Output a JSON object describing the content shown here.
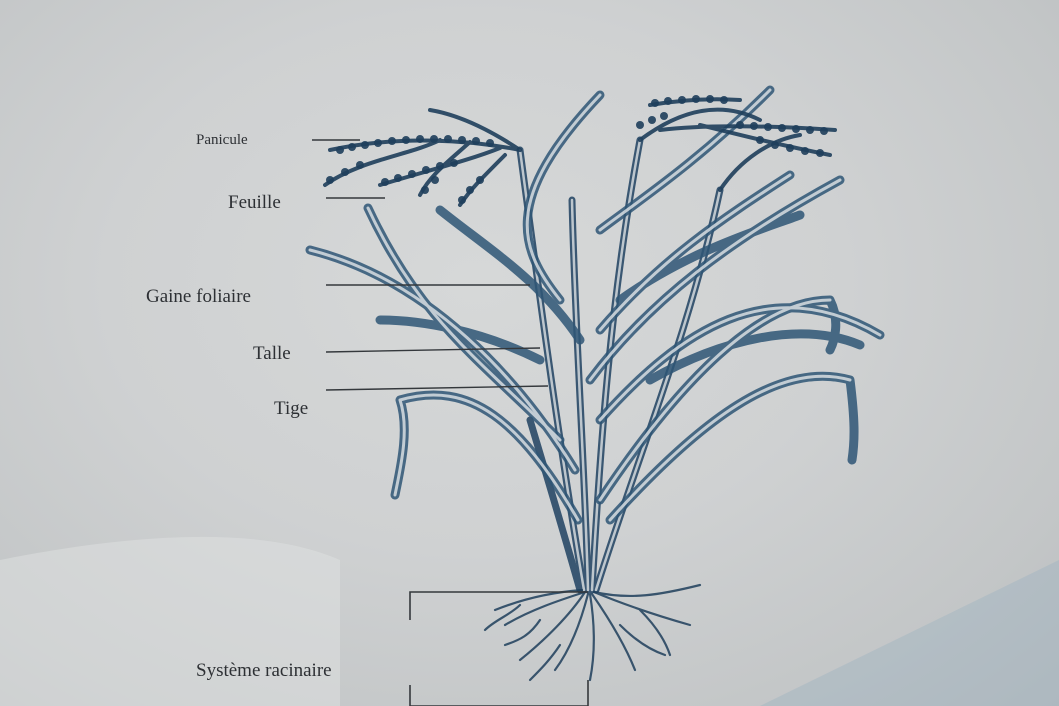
{
  "diagram": {
    "labels": {
      "panicule": "Panicule",
      "feuille": "Feuille",
      "gaine_foliaire": "Gaine foliaire",
      "talle": "Talle",
      "tige": "Tige",
      "systeme_racinaire": "Système racinaire"
    },
    "colors": {
      "ink": "#1f3f5c",
      "ink_light": "#6f8aa3",
      "leader": "#34383c",
      "text": "#2d3034",
      "paper": "#cfd1d2"
    }
  }
}
